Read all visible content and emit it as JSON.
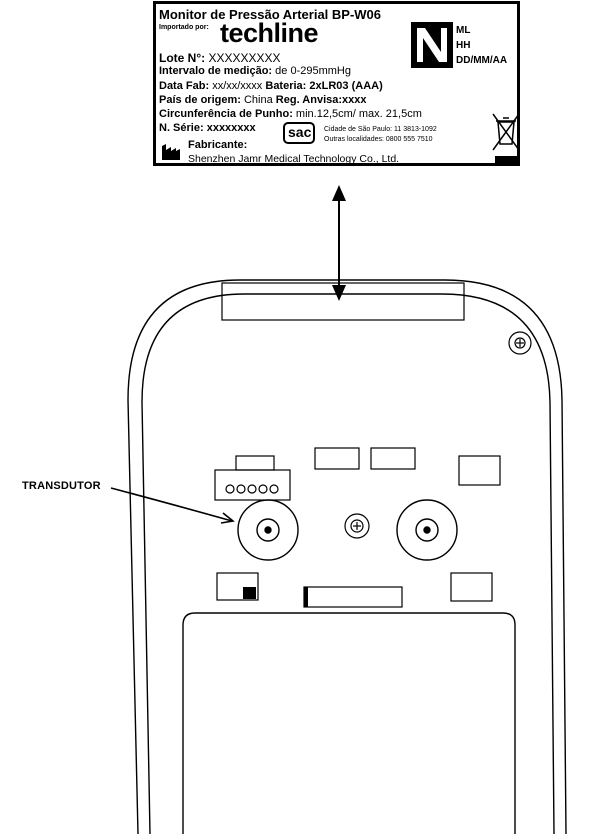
{
  "label": {
    "title": "Monitor de Pressão Arterial BP-W06",
    "importer_prefix": "Importado por:",
    "brand": "techline",
    "lot_key": "Lote N°:",
    "lot_value": "XXXXXXXXX",
    "range_key": "Intervalo de medição:",
    "range_value": "de 0-295mmHg",
    "mfg_key": "Data Fab:",
    "mfg_value": "xx/xx/xxxx",
    "battery_key": "Bateria:",
    "battery_value": "2xLR03 (AAA)",
    "origin_key": "País de origem:",
    "origin_value": "China",
    "reg_key": "Reg. Anvisa:",
    "reg_value": "xxxx",
    "wrist_key": "Circunferência de Punho:",
    "wrist_value": "min.12,5cm/ max. 21,5cm",
    "serial_key": "N. Série:",
    "serial_value": "xxxxxxxx",
    "manufacturer_key": "Fabricante:",
    "manufacturer_value": "Shenzhen Jamr Medical Technology Co., Ltd.",
    "sac_badge": "sac",
    "sac_line1": "Cidade de São Paulo:  11 3813-1092",
    "sac_line2": "Outras localidades: 0800 555 7510",
    "code_ml": "ML",
    "code_hh": "HH",
    "code_date": "DD/MM/AA"
  },
  "diagram": {
    "callout": "TRANSDUTOR"
  }
}
